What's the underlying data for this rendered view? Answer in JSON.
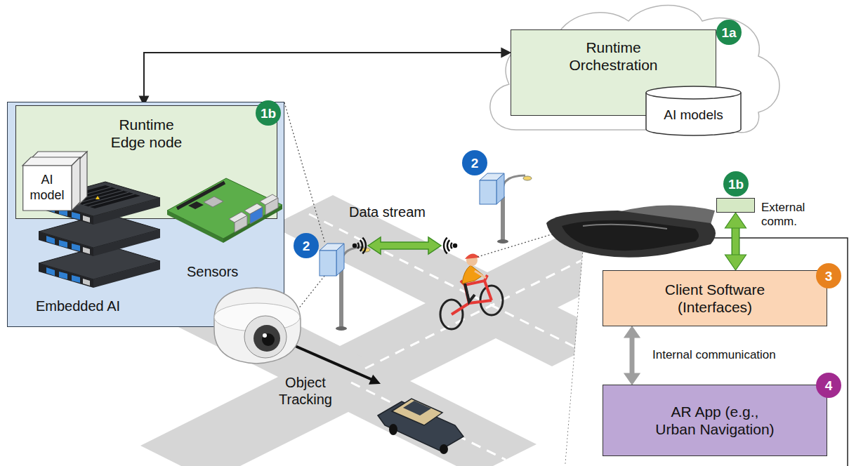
{
  "diagram": {
    "nodes": [
      {
        "text": [
          "Runtime Orchestration"
        ]
      },
      {
        "text": [
          "AI models"
        ],
        "in": 0
      },
      {
        "text": [
          "Embedded AI",
          "Sensors"
        ]
      },
      {
        "text": [
          "Runtime Edge node"
        ],
        "in": 2
      },
      {
        "text": [
          "AI model"
        ],
        "in": 3
      },
      {
        "text": [
          "External comm."
        ]
      },
      {
        "text": [
          "Client Software (Interfaces)"
        ]
      },
      {
        "text": [
          "AR App (e.g., Urban Navigation)"
        ]
      }
    ],
    "edges": [
      {
        "from": 3,
        "to": 0,
        "arrow": "both"
      },
      {
        "from": 5,
        "to": 6,
        "arrow": "both"
      },
      {
        "from": 6,
        "to": 7,
        "label": "Internal communication",
        "arrow": "both"
      }
    ],
    "labels": [
      "1a",
      "1b",
      "2",
      "1b",
      "Data stream",
      "2",
      "3",
      "4",
      "Object Tracking"
    ]
  }
}
